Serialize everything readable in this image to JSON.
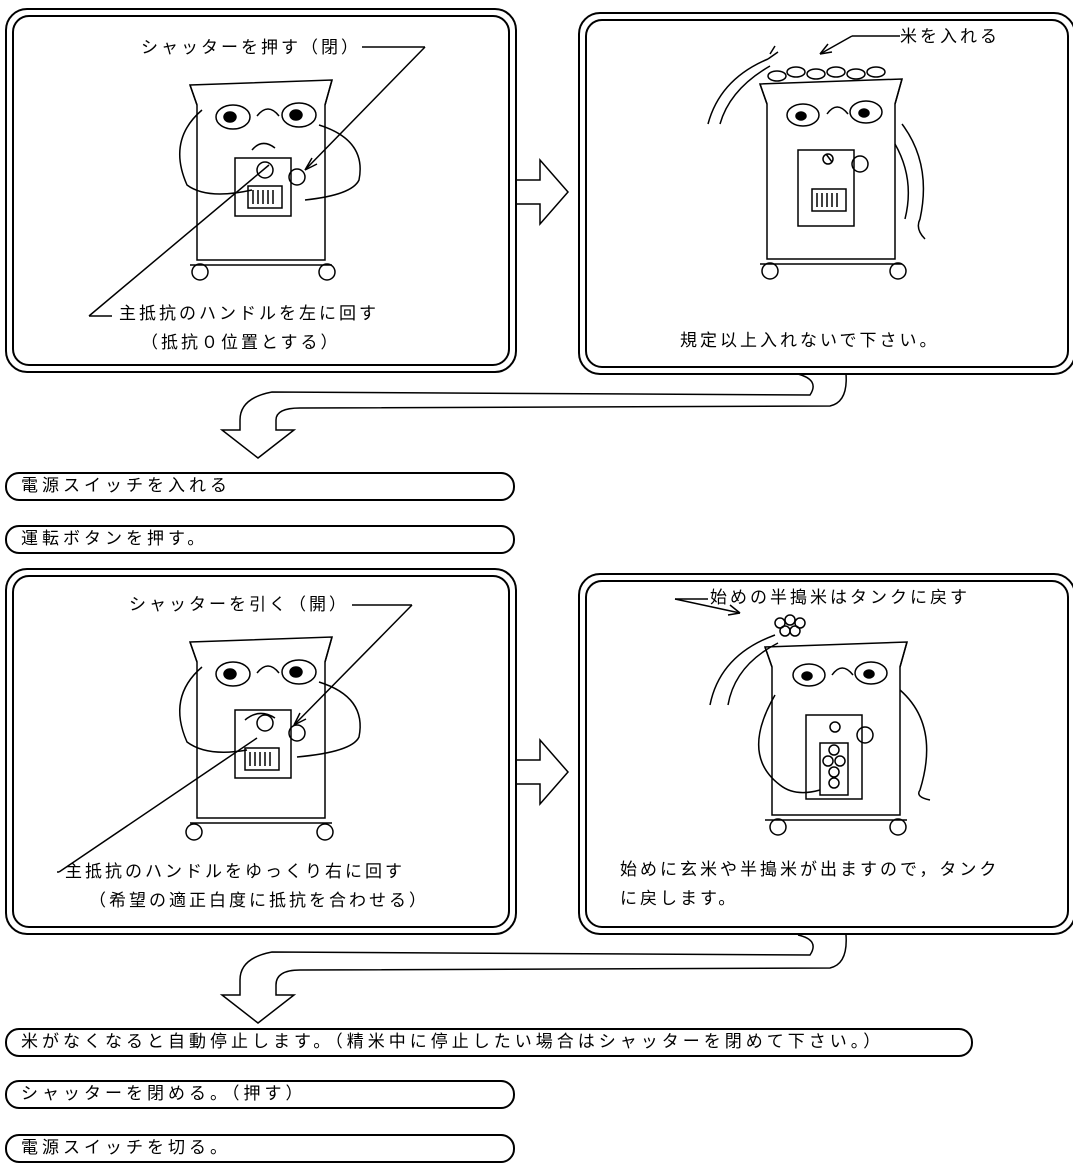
{
  "panels": [
    {
      "top_label": "シャッターを押す（閉）",
      "bottom_label_1": "主抵抗のハンドルを左に回す",
      "bottom_label_2": "（抵抗０位置とする）"
    },
    {
      "top_label": "米を入れる",
      "bottom_label": "規定以上入れないで下さい。"
    },
    {
      "top_label": "シャッターを引く（開）",
      "bottom_label_1": "主抵抗のハンドルをゆっくり右に回す",
      "bottom_label_2": "（希望の適正白度に抵抗を合わせる）"
    },
    {
      "top_label": "始めの半搗米はタンクに戻す",
      "bottom_label_1": "始めに玄米や半搗米が出ますので，タンク",
      "bottom_label_2": "に戻します。"
    }
  ],
  "steps": [
    "電源スイッチを入れる",
    "運転ボタンを押す。",
    "米がなくなると自動停止します。（精米中に停止したい場合はシャッターを閉めて下さい。）",
    "シャッターを閉める。（押す）",
    "電源スイッチを切る。"
  ]
}
